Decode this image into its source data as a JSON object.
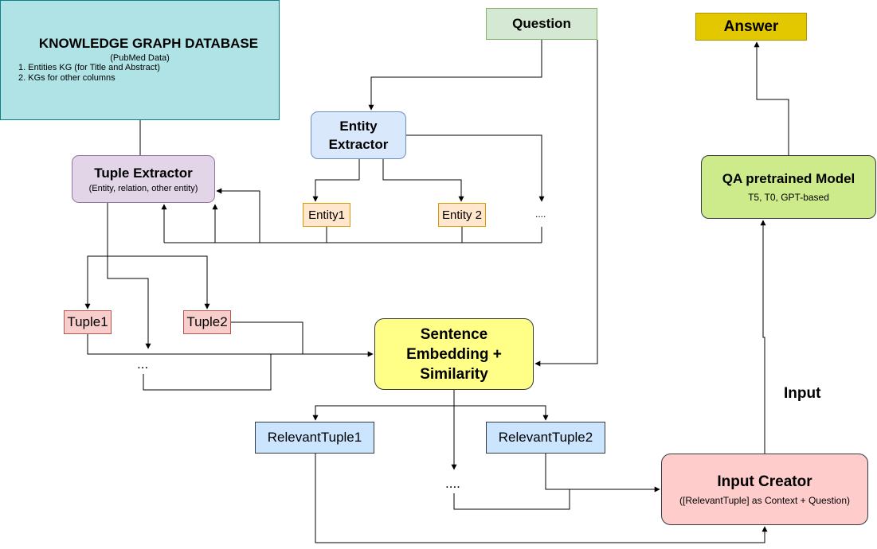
{
  "knowledge_graph": {
    "title": "KNOWLEDGE GRAPH DATABASE",
    "subtitle": "(PubMed Data)",
    "items": [
      "1. Entities KG (for Title and Abstract)",
      "2. KGs for other columns"
    ]
  },
  "question": "Question",
  "answer": "Answer",
  "entity_extractor": [
    "Entity",
    "Extractor"
  ],
  "tuple_extractor": {
    "title": "Tuple Extractor",
    "subtitle": "(Entity, relation, other entity)"
  },
  "qa_model": {
    "title": "QA pretrained Model",
    "subtitle": "T5, T0, GPT-based"
  },
  "entities": [
    "Entity1",
    "Entity 2"
  ],
  "entity_ellipsis": "....",
  "tuples": [
    "Tuple1",
    "Tuple2"
  ],
  "tuple_ellipsis": "...",
  "sentence_embedding": [
    "Sentence",
    "Embedding +",
    "Similarity"
  ],
  "relevant_tuples": [
    "RelevantTuple1",
    "RelevantTuple2"
  ],
  "relevant_ellipsis": "....",
  "input_creator": {
    "title": "Input Creator",
    "subtitle": "([RelevantTuple] as Context + Question)"
  },
  "input_label": "Input",
  "colors": {
    "kg_fill": "#b0e3e6",
    "question_fill": "#d5e8d4",
    "answer_fill": "#e3c800",
    "entity_extractor_fill": "#dae8fc",
    "tuple_extractor_fill": "#e1d5e7",
    "qa_fill": "#cdeb8b",
    "entity_fill": "#ffe6cc",
    "tuple_fill": "#f8cecc",
    "embedding_fill": "#ffff88",
    "relevant_fill": "#cce5ff",
    "input_creator_fill": "#ffcccc"
  }
}
